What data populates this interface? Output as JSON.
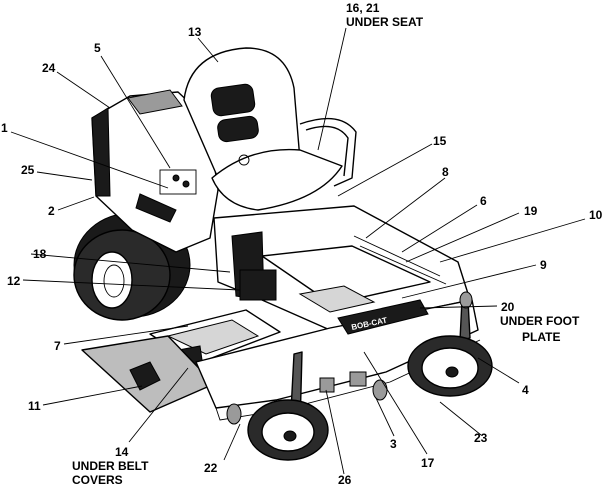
{
  "callouts": [
    {
      "id": "c1",
      "text": "1"
    },
    {
      "id": "c2",
      "text": "2"
    },
    {
      "id": "c3",
      "text": "3"
    },
    {
      "id": "c4",
      "text": "4"
    },
    {
      "id": "c5",
      "text": "5"
    },
    {
      "id": "c6",
      "text": "6"
    },
    {
      "id": "c7",
      "text": "7"
    },
    {
      "id": "c8",
      "text": "8"
    },
    {
      "id": "c9",
      "text": "9"
    },
    {
      "id": "c10",
      "text": "10"
    },
    {
      "id": "c11",
      "text": "11"
    },
    {
      "id": "c12",
      "text": "12"
    },
    {
      "id": "c13",
      "text": "13"
    },
    {
      "id": "c14",
      "text": "14"
    },
    {
      "id": "c15",
      "text": "15"
    },
    {
      "id": "c16",
      "text": "16, 21"
    },
    {
      "id": "c17",
      "text": "17"
    },
    {
      "id": "c18",
      "text": "18"
    },
    {
      "id": "c19",
      "text": "19"
    },
    {
      "id": "c20",
      "text": "20"
    },
    {
      "id": "c22",
      "text": "22"
    },
    {
      "id": "c23",
      "text": "23"
    },
    {
      "id": "c24",
      "text": "24"
    },
    {
      "id": "c25",
      "text": "25"
    },
    {
      "id": "c26",
      "text": "26"
    }
  ],
  "notes": {
    "under_seat": "UNDER SEAT",
    "under_foot_plate_1": "UNDER FOOT",
    "under_foot_plate_2": "PLATE",
    "under_belt_covers_1": "UNDER BELT",
    "under_belt_covers_2": "COVERS"
  },
  "deck_logo": "BOB-CAT"
}
